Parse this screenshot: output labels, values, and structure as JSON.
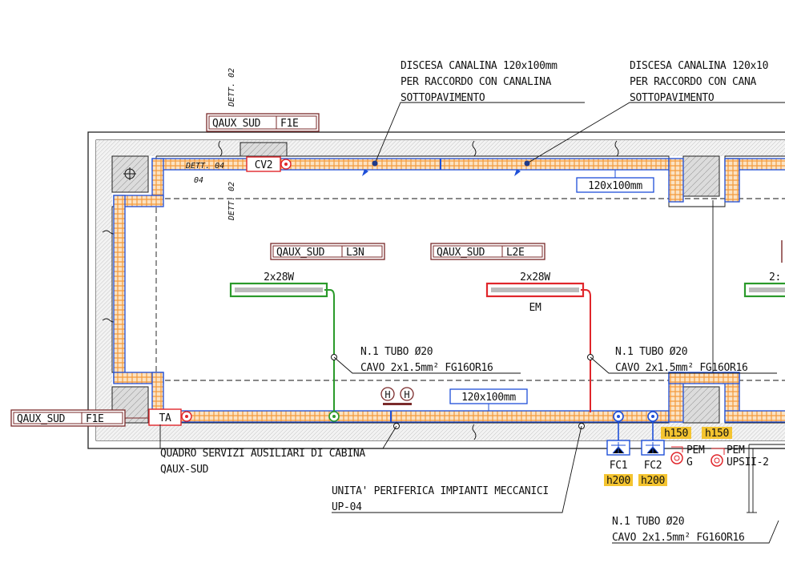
{
  "notes": {
    "descent1": [
      "DISCESA CANALINA 120x100mm",
      "PER RACCORDO CON CANALINA",
      "SOTTOPAVIMENTO"
    ],
    "descent2": [
      "DISCESA CANALINA 120x10",
      "PER RACCORDO CON CANA",
      "SOTTOPAVIMENTO"
    ],
    "tube1": [
      "N.1 TUBO Ø20",
      "CAVO 2x1.5mm² FG16OR16"
    ],
    "tube2": [
      "N.1 TUBO Ø20",
      "CAVO 2x1.5mm² FG16OR16"
    ],
    "tube3": [
      "N.1 TUBO Ø20",
      "CAVO 2x1.5mm² FG16OR16"
    ],
    "panel": [
      "QUADRO SERVIZI AUSILIARI DI CABINA",
      "QAUX-SUD"
    ],
    "unit": [
      "UNITA' PERIFERICA IMPIANTI MECCANICI",
      "UP-04"
    ]
  },
  "details": {
    "dett02_top": "DETT. 02",
    "dett02_mid": "DETT. 02",
    "dett04": "DETT. 04",
    "dett04_num": "04"
  },
  "tags": {
    "top": {
      "a": "QAUX_SUD",
      "b": "F1E"
    },
    "left": {
      "a": "QAUX_SUD",
      "b": "F1E"
    },
    "lamp1": {
      "a": "QAUX_SUD",
      "b": "L3N"
    },
    "lamp2": {
      "a": "QAUX_SUD",
      "b": "L2E"
    }
  },
  "labels": {
    "cv2": "CV2",
    "ta": "TA",
    "tray_top": "120x100mm",
    "tray_bottom": "120x100mm",
    "lamp1_power": "2x28W",
    "lamp2_power": "2x28W",
    "lamp3_power": "2:",
    "em": "EM",
    "h_left": "H",
    "h_right": "H",
    "fc1": "FC1",
    "fc2": "FC2",
    "h200a": "h200",
    "h200b": "h200",
    "h150a": "h150",
    "h150b": "h150",
    "pem_g": "PEM",
    "pem_g_sub": "G",
    "pem_ups": "PEM",
    "pem_ups_sub": "UPSII-2"
  },
  "colors": {
    "tray": "#1e4fd8",
    "tray_fill": "#f39a3c",
    "emergency": "#e0262b",
    "normal": "#2a9a2a",
    "tag_border": "#7a2a2a",
    "height_tag": "#f4c430"
  }
}
